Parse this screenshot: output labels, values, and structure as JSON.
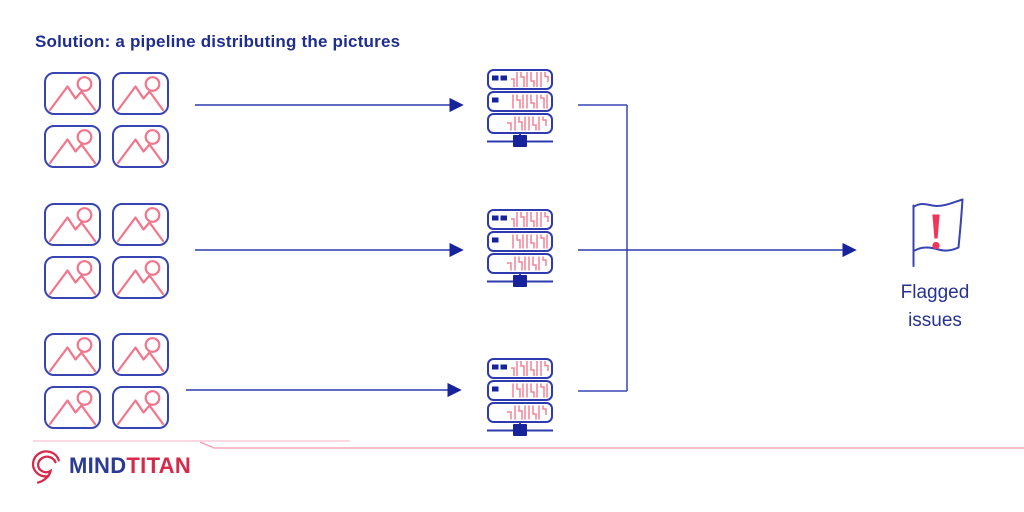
{
  "slide": {
    "title": "Solution: a pipeline distributing the pictures"
  },
  "pipeline": {
    "input_batches": [
      {
        "picture_count": 4
      },
      {
        "picture_count": 4
      },
      {
        "picture_count": 4
      }
    ],
    "processing_servers": 3,
    "output_label": {
      "line1": "Flagged",
      "line2": "issues"
    }
  },
  "logo": {
    "mind": "MIND",
    "titan": "TITAN"
  },
  "icons": {
    "picture_icon": "photo thumbnail with mountains and sun",
    "server_icon": "server stack with circuit traces and network node",
    "flag_icon": "waving flag with exclamation mark",
    "bird_icon": "red falcon-head brand mark"
  },
  "colors": {
    "navy": "#1f2d8e",
    "blue": "#3844b2",
    "dark_blue": "#16239b",
    "pink": "#f2758b",
    "red": "#e8345a",
    "brand_red": "#d8294a",
    "light_pink_line": "#fbd9e2",
    "pink_line": "#f6a9ba"
  }
}
